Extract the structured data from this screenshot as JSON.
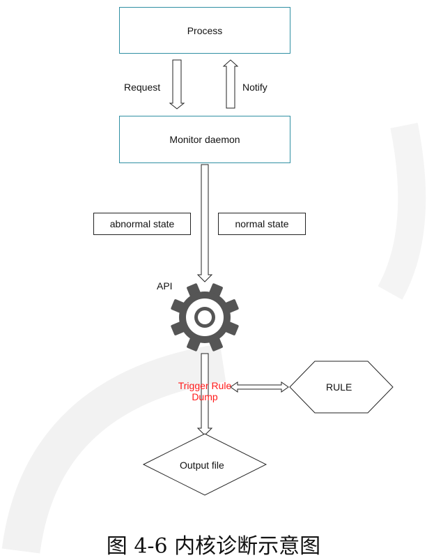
{
  "nodes": {
    "process": "Process",
    "monitor": "Monitor daemon",
    "abnormal": "abnormal state",
    "normal": "normal state",
    "api": "API",
    "trigger_line1": "Trigger Rule",
    "trigger_line2": "Dump",
    "rule": "RULE",
    "output": "Output file"
  },
  "edges": {
    "request": "Request",
    "notify": "Notify"
  },
  "caption": "图 4-6 内核诊断示意图",
  "colors": {
    "box_border": "#2f8fa3",
    "highlight_text": "#ff1a1a",
    "gear": "#555555"
  },
  "icons": {
    "gear": "gear-icon"
  }
}
